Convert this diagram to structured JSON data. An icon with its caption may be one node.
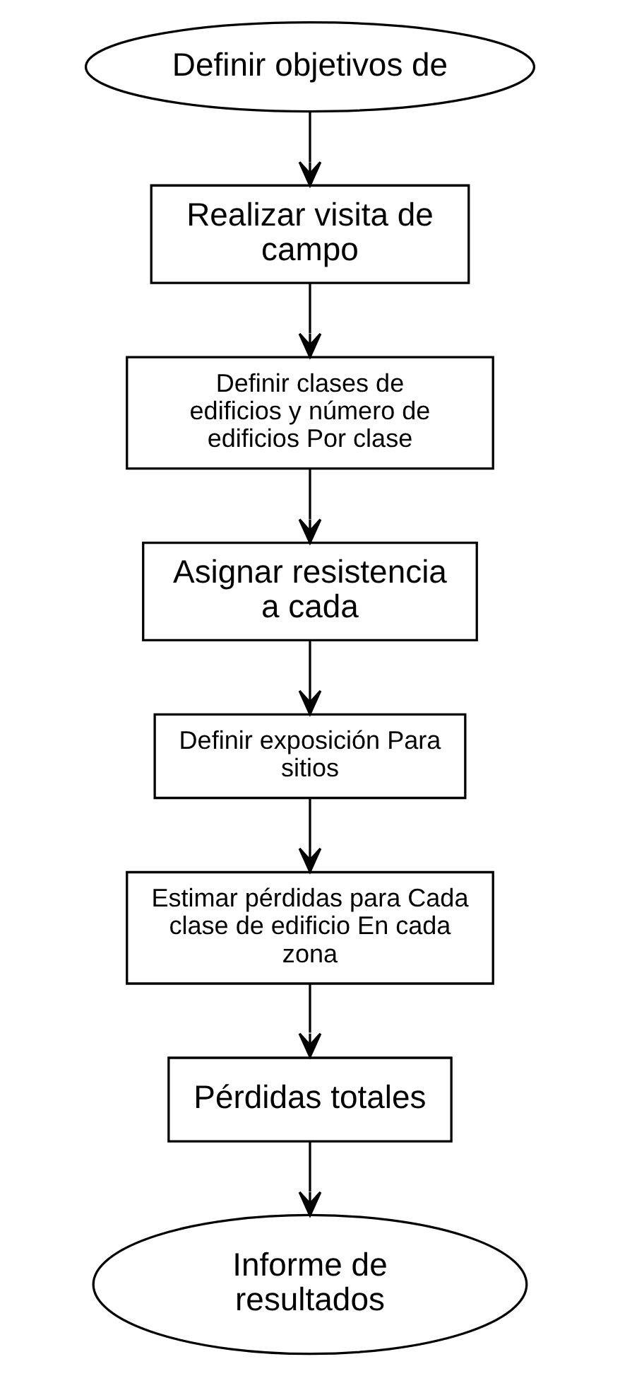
{
  "diagram": {
    "nodes": [
      {
        "text": [
          "Definir objetivos de"
        ]
      },
      {
        "text": [
          "Realizar visita de campo"
        ]
      },
      {
        "text": [
          "Definir clases de edificios y número de edificios Por clase"
        ]
      },
      {
        "text": [
          "Asignar resistencia a cada"
        ]
      },
      {
        "text": [
          "Definir exposición Para sitios"
        ]
      },
      {
        "text": [
          "Estimar pérdidas para Cada clase de edificio En cada zona"
        ]
      },
      {
        "text": [
          "Pérdidas totales"
        ]
      },
      {
        "text": [
          "Informe de resultados"
        ]
      }
    ],
    "edges": [
      {
        "from": 0,
        "to": 1,
        "arrow": "to"
      },
      {
        "from": 1,
        "to": 2,
        "arrow": "to"
      },
      {
        "from": 2,
        "to": 3,
        "arrow": "to"
      },
      {
        "from": 3,
        "to": 4,
        "arrow": "to"
      },
      {
        "from": 4,
        "to": 5,
        "arrow": "to"
      },
      {
        "from": 5,
        "to": 6,
        "arrow": "to"
      },
      {
        "from": 6,
        "to": 7,
        "arrow": "to"
      }
    ]
  }
}
